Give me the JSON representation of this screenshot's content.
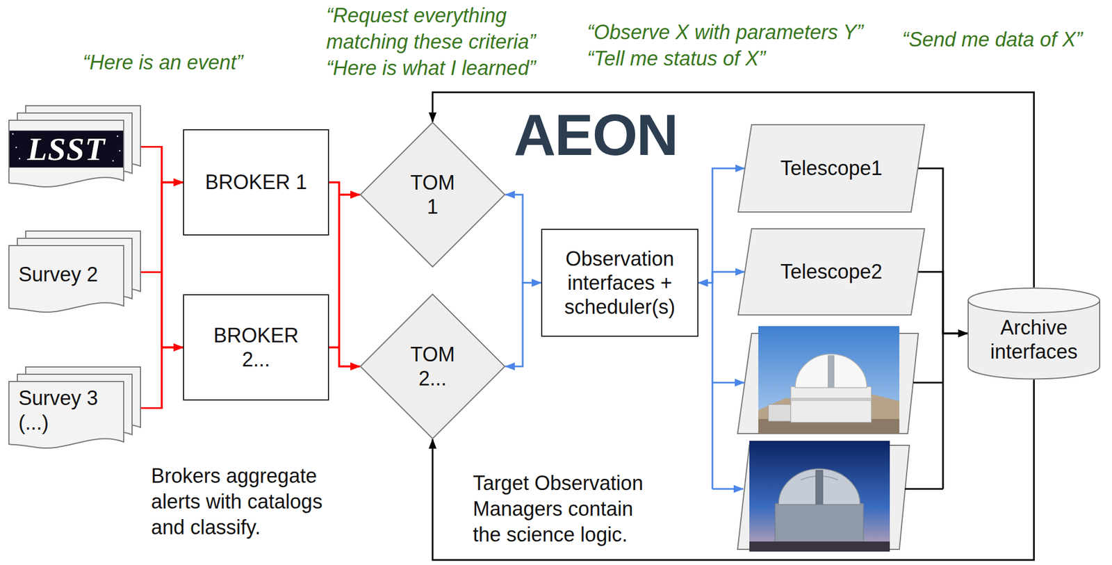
{
  "diagram": {
    "nodes": [
      {
        "text": [
          "LSST"
        ]
      },
      {
        "text": [
          "Survey 2"
        ]
      },
      {
        "text": [
          "Survey 3 (...)"
        ]
      },
      {
        "text": [
          "BROKER 1"
        ]
      },
      {
        "text": [
          "BROKER 2..."
        ]
      },
      {
        "text": [
          "TOM 1"
        ]
      },
      {
        "text": [
          "TOM 2..."
        ]
      },
      {
        "text": [
          "Observation interfaces + scheduler(s)"
        ]
      },
      {
        "text": [
          "Telescope1"
        ]
      },
      {
        "text": [
          "Telescope2"
        ]
      },
      {
        "text": [
          "Archive interfaces"
        ]
      }
    ],
    "edges": [
      {
        "from": 0,
        "to": 3,
        "arrow": "to"
      },
      {
        "from": 0,
        "to": 4,
        "arrow": "to"
      },
      {
        "from": 1,
        "to": 3,
        "arrow": "to"
      },
      {
        "from": 1,
        "to": 4,
        "arrow": "to"
      },
      {
        "from": 2,
        "to": 3,
        "arrow": "to"
      },
      {
        "from": 2,
        "to": 4,
        "arrow": "to"
      },
      {
        "from": 3,
        "to": 5,
        "arrow": "to"
      },
      {
        "from": 3,
        "to": 6,
        "arrow": "to"
      },
      {
        "from": 4,
        "to": 5,
        "arrow": "to"
      },
      {
        "from": 4,
        "to": 6,
        "arrow": "to"
      },
      {
        "from": 5,
        "to": 7,
        "arrow": "both"
      },
      {
        "from": 6,
        "to": 7,
        "arrow": "both"
      },
      {
        "from": 7,
        "to": 8,
        "arrow": "both"
      },
      {
        "from": 7,
        "to": 9,
        "arrow": "both"
      },
      {
        "from": 8,
        "to": 10,
        "arrow": "to"
      },
      {
        "from": 9,
        "to": 10,
        "arrow": "to"
      },
      {
        "from": 10,
        "to": 5,
        "arrow": "to"
      },
      {
        "from": 10,
        "to": 6,
        "arrow": "to"
      }
    ],
    "labels": [
      "“Here is an event”",
      "“Request everything matching these criteria”",
      "“Here is what I learned”",
      "“Observe X with parameters Y”",
      "“Tell me status of X”",
      "“Send me data of X”",
      "AEON",
      "Brokers aggregate alerts with catalogs and classify.",
      "Target Observation Managers contain the science logic."
    ]
  }
}
